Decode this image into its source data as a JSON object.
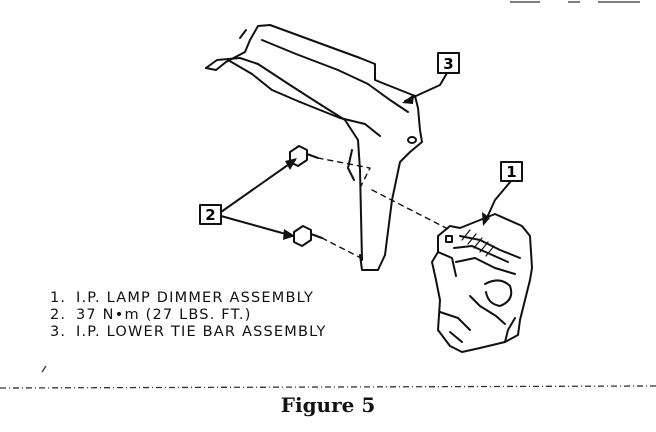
{
  "callouts": [
    {
      "number": "1"
    },
    {
      "number": "2"
    },
    {
      "number": "3"
    }
  ],
  "legend": [
    {
      "number": "1.",
      "text": "I.P. LAMP DIMMER ASSEMBLY"
    },
    {
      "number": "2.",
      "text": "37 N•m (27 LBS. FT.)"
    },
    {
      "number": "3.",
      "text": "I.P. LOWER TIE BAR ASSEMBLY"
    }
  ],
  "caption": "Figure 5"
}
